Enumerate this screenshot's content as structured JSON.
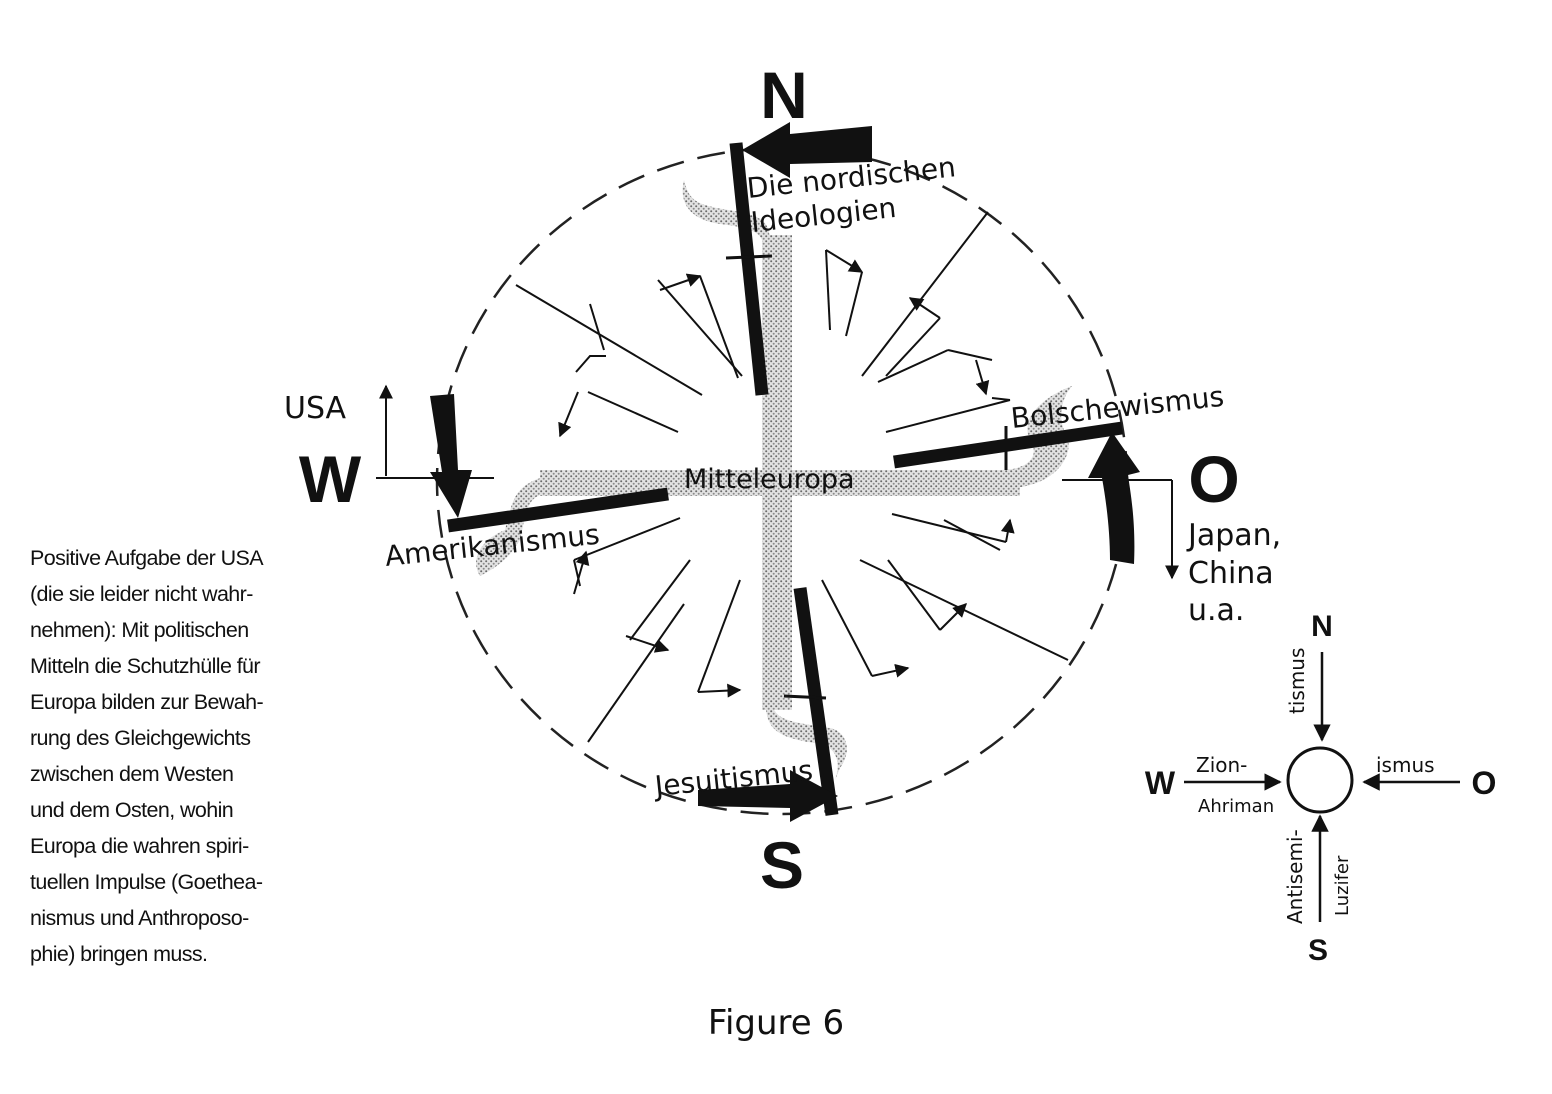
{
  "compass": {
    "north": "N",
    "south": "S",
    "west": "W",
    "east": "O"
  },
  "labels": {
    "nordic_line1": "Die nordischen",
    "nordic_line2": "Ideologien",
    "bolschewismus": "Bolschewismus",
    "mitteleuropa": "Mitteleuropa",
    "amerikanismus": "Amerikanismus",
    "jesuitismus": "Jesuitismus",
    "usa": "USA",
    "japan_line1": "Japan,",
    "japan_line2": "China",
    "japan_line3": "u.a."
  },
  "side_text": [
    "Positive Aufgabe der USA",
    "(die sie leider nicht wahr-",
    "nehmen): Mit politischen",
    "Mitteln die Schutzhülle für",
    "Europa bilden zur Bewah-",
    "rung des Gleichgewichts",
    "zwischen dem Westen",
    "und dem Osten, wohin",
    "Europa die wahren spiri-",
    "tuellen Impulse (Goethea-",
    "nismus und Anthroposo-",
    "phie) bringen muss."
  ],
  "mini_compass": {
    "north": "N",
    "south": "S",
    "west": "W",
    "east": "O",
    "zion": "Zion-",
    "ahriman": "Ahriman",
    "ismus": "ismus",
    "tismus": "tismus",
    "antisemi": "Antisemi-",
    "luzifer": "Luzifer"
  },
  "caption": "Figure 6"
}
